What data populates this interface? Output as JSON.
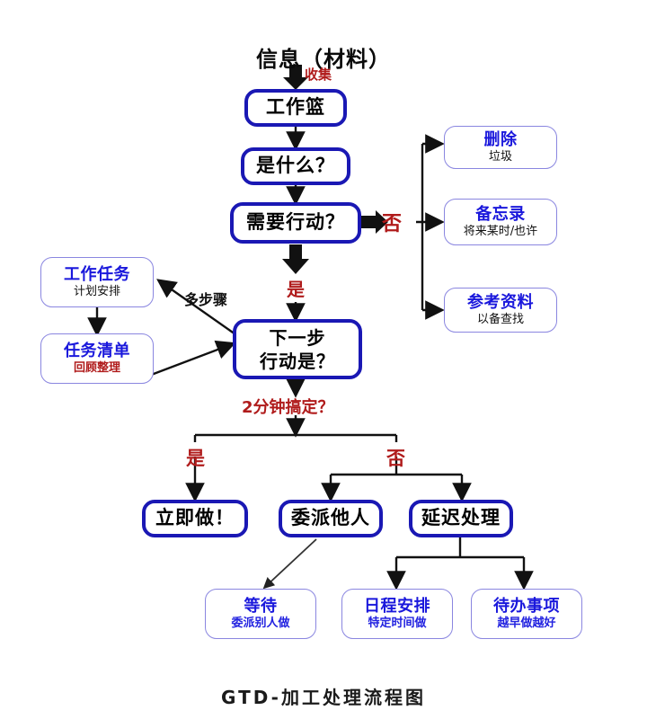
{
  "header": {
    "text": "信息（材料）"
  },
  "footer": {
    "title": "GTD-加工处理流程图"
  },
  "colors": {
    "process_border": "#1a18b4",
    "bucket_border": "#8a86e0",
    "bucket_title": "#1a18dc",
    "label_red": "#b01b1b",
    "wire": "#111111"
  },
  "process_nodes": [
    {
      "id": "inbox",
      "text": "工作篮"
    },
    {
      "id": "what",
      "text": "是什么？"
    },
    {
      "id": "actionable",
      "text": "需要行动？"
    },
    {
      "id": "nextaction",
      "line1": "下一步",
      "line2": "行动是？"
    },
    {
      "id": "do_now",
      "text": "立即做！"
    },
    {
      "id": "delegate",
      "text": "委派他人"
    },
    {
      "id": "defer",
      "text": "延迟处理"
    }
  ],
  "bucket_nodes": [
    {
      "id": "trash",
      "title": "删除",
      "subtitle": "垃圾",
      "subtitle_style": "dark"
    },
    {
      "id": "someday",
      "title": "备忘录",
      "subtitle": "将来某时/也许",
      "subtitle_style": "dark"
    },
    {
      "id": "reference",
      "title": "参考资料",
      "subtitle": "以备查找",
      "subtitle_style": "dark"
    },
    {
      "id": "project",
      "title": "工作任务",
      "subtitle": "计划安排",
      "subtitle_style": "dark"
    },
    {
      "id": "tasklist",
      "title": "任务清单",
      "subtitle": "回顾整理",
      "subtitle_style": "red"
    },
    {
      "id": "waiting",
      "title": "等待",
      "subtitle": "委派别人做",
      "subtitle_style": "blue"
    },
    {
      "id": "calendar",
      "title": "日程安排",
      "subtitle": "特定时间做",
      "subtitle_style": "blue"
    },
    {
      "id": "todo",
      "title": "待办事项",
      "subtitle": "越早做越好",
      "subtitle_style": "blue"
    }
  ],
  "edge_labels": [
    {
      "id": "collect",
      "text": "收集",
      "style": "red"
    },
    {
      "id": "no_top",
      "text": "否",
      "style": "red"
    },
    {
      "id": "yes_top",
      "text": "是",
      "style": "red"
    },
    {
      "id": "multistep",
      "text": "多步骤",
      "style": "blk"
    },
    {
      "id": "two_minutes",
      "text": "2分钟搞定？",
      "style": "red"
    },
    {
      "id": "yes_bottom",
      "text": "是",
      "style": "red"
    },
    {
      "id": "no_bottom",
      "text": "否",
      "style": "red"
    }
  ]
}
